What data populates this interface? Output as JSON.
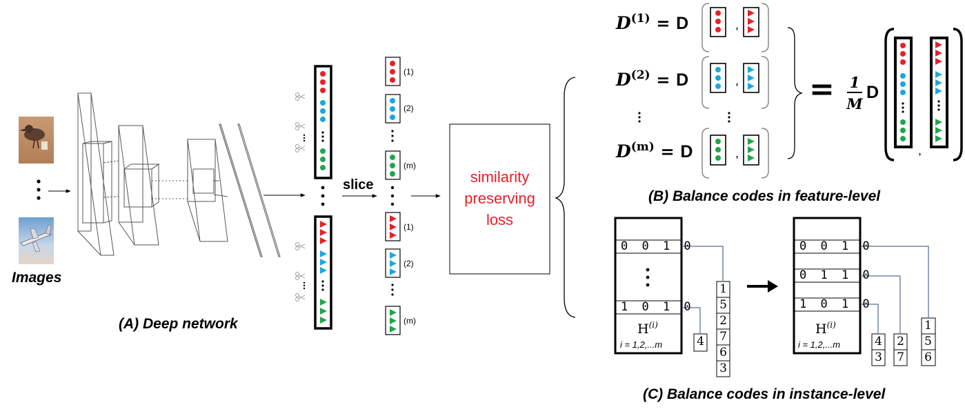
{
  "panel_a": {
    "input_label": "Images",
    "slice_label": "slice",
    "chunk_labels": [
      "(1)",
      "(2)",
      "(m)",
      "(1)",
      "(2)",
      "(m)"
    ],
    "loss_label": "similarity preserving loss",
    "caption": "(A) Deep network"
  },
  "panel_b": {
    "rows": [
      {
        "lhs": "D",
        "index": "(1)",
        "rhs": "D"
      },
      {
        "lhs": "D",
        "index": "(2)",
        "rhs": "D"
      },
      {
        "lhs": "D",
        "index": "(m)",
        "rhs": "D"
      }
    ],
    "equals": "=",
    "fraction_numerator": "1",
    "fraction_denominator": "M",
    "fraction_operator": "D",
    "caption": "(B) Balance codes in feature-level"
  },
  "panel_c": {
    "left_codes": [
      "0 0 1 0",
      "1 0 1 0"
    ],
    "left_stack": [
      "1",
      "5",
      "2",
      "7",
      "6",
      "3"
    ],
    "left_single": [
      "4"
    ],
    "right_codes": [
      "0 0 1 0",
      "0 1 1 0",
      "1 0 1 0"
    ],
    "right_stacks": [
      [
        "4",
        "3"
      ],
      [
        "2",
        "7"
      ],
      [
        "1",
        "5",
        "6"
      ]
    ],
    "h_label": "H",
    "h_sup": "(i)",
    "i_range": "i = 1,2,...m",
    "caption": "(C) Balance codes in instance-level"
  },
  "colors": {
    "red": "#e8202a",
    "blue": "#1aa7e0",
    "green": "#1fa64a",
    "grey": "#333333"
  }
}
